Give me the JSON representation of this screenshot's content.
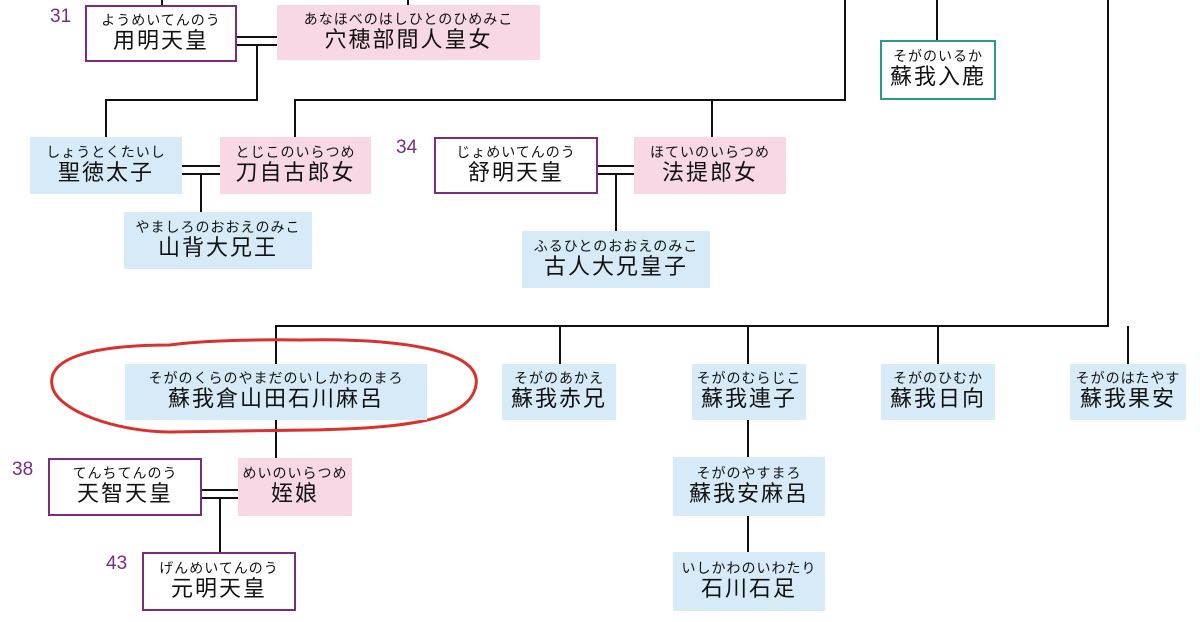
{
  "people": [
    {
      "id": "yomei",
      "ruby": "ようめいてんのう",
      "name": "用明天皇",
      "style": "emperor",
      "number": "31"
    },
    {
      "id": "anahobe",
      "ruby": "あなほべのはしひとのひめみこ",
      "name": "穴穂部間人皇女",
      "style": "pink"
    },
    {
      "id": "iruka",
      "ruby": "そがのいるか",
      "name": "蘇我入鹿",
      "style": "soga"
    },
    {
      "id": "shotoku",
      "ruby": "しょうとくたいし",
      "name": "聖徳太子",
      "style": "blue"
    },
    {
      "id": "tojiko",
      "ruby": "とじこのいらつめ",
      "name": "刀自古郎女",
      "style": "pink"
    },
    {
      "id": "jomei",
      "ruby": "じょめいてんのう",
      "name": "舒明天皇",
      "style": "emperor",
      "number": "34"
    },
    {
      "id": "hote",
      "ruby": "ほていのいらつめ",
      "name": "法提郎女",
      "style": "pink"
    },
    {
      "id": "yamashiro",
      "ruby": "やましろのおおえのみこ",
      "name": "山背大兄王",
      "style": "blue"
    },
    {
      "id": "furuhito",
      "ruby": "ふるひとのおおえのみこ",
      "name": "古人大兄皇子",
      "style": "blue"
    },
    {
      "id": "ishikawamaro",
      "ruby": "そがのくらのやまだのいしかわのまろ",
      "name": "蘇我倉山田石川麻呂",
      "style": "blue"
    },
    {
      "id": "akae",
      "ruby": "そがのあかえ",
      "name": "蘇我赤兄",
      "style": "blue"
    },
    {
      "id": "murajiko",
      "ruby": "そがのむらじこ",
      "name": "蘇我連子",
      "style": "blue"
    },
    {
      "id": "himuka",
      "ruby": "そがのひむか",
      "name": "蘇我日向",
      "style": "blue"
    },
    {
      "id": "hatayasu",
      "ruby": "そがのはたやす",
      "name": "蘇我果安",
      "style": "blue"
    },
    {
      "id": "tenji",
      "ruby": "てんちてんのう",
      "name": "天智天皇",
      "style": "emperor",
      "number": "38"
    },
    {
      "id": "mei",
      "ruby": "めいのいらつめ",
      "name": "姪娘",
      "style": "pink"
    },
    {
      "id": "yasumaro",
      "ruby": "そがのやすまろ",
      "name": "蘇我安麻呂",
      "style": "blue"
    },
    {
      "id": "genmei",
      "ruby": "げんめいてんのう",
      "name": "元明天皇",
      "style": "emperor",
      "number": "43"
    },
    {
      "id": "ishitari",
      "ruby": "いしかわのいわたり",
      "name": "石川石足",
      "style": "blue"
    }
  ],
  "colors": {
    "line": "#111111",
    "highlight": "#d8322e",
    "emperor_border": "#7a2d7c",
    "soga_border": "#2a9a8f",
    "blue_fill": "#d6ebf7",
    "pink_fill": "#f8d8e4"
  }
}
